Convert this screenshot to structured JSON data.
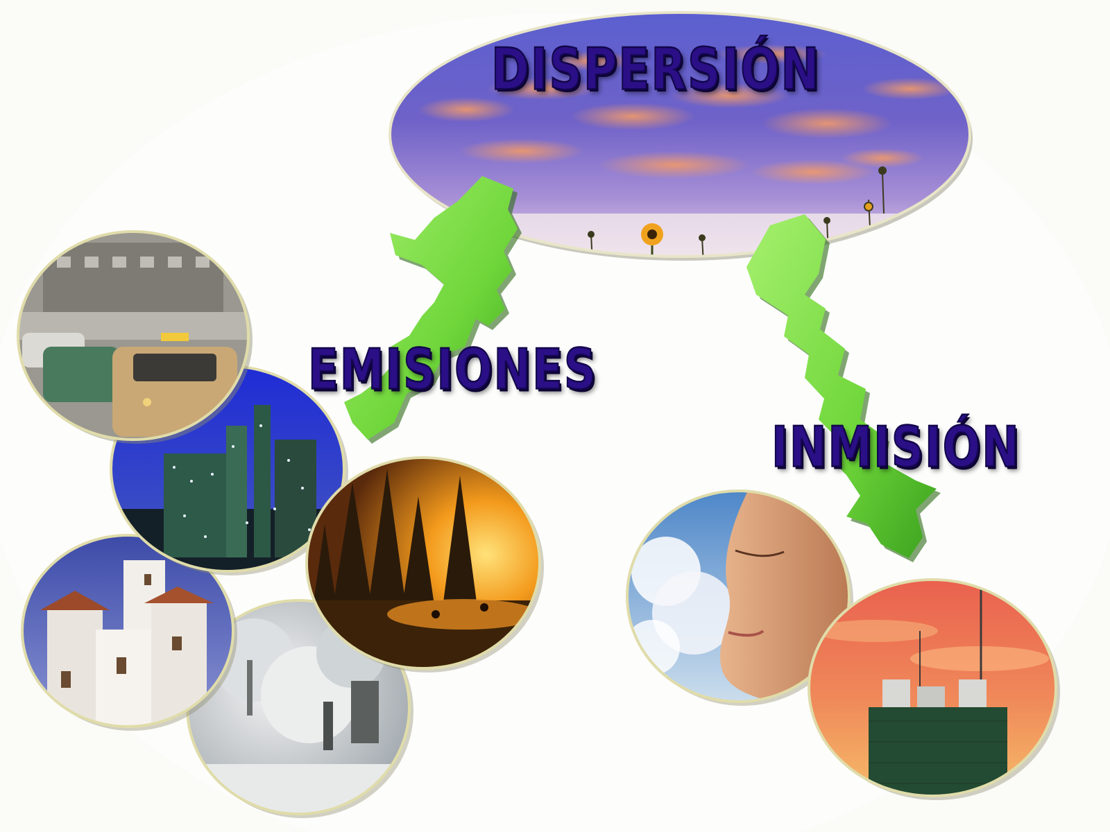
{
  "labels": {
    "dispersion": "DISPERSIÓN",
    "emisiones": "EMISIONES",
    "inmision": "INMISIÓN"
  },
  "colors": {
    "label_fill": "#2a0f86",
    "arrow_green": "#7ee04a",
    "frame": "#d9d59a"
  },
  "photos": {
    "sky": "sky-clouds-sunflowers-photo",
    "traffic": "traffic-taxis-photo",
    "factory": "industrial-plant-night-photo",
    "fire": "forest-fire-photo",
    "village": "whitewashed-village-photo",
    "steam": "steam-smoke-industry-photo",
    "face": "woman-breathing-sky-photo",
    "station": "air-quality-station-sunset-photo"
  }
}
